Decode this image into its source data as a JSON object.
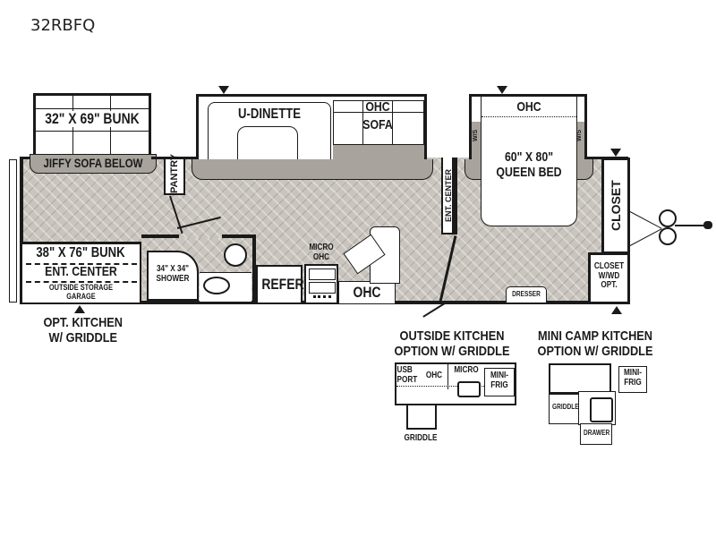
{
  "model": "32RBFQ",
  "rooms": {
    "bunk_top": "32\" X 69\" BUNK",
    "jiffy_sofa": "JIFFY SOFA BELOW",
    "pantry": "PANTRY",
    "bunk_bottom": "38\" X 76\" BUNK",
    "ent_center_left": "ENT. CENTER",
    "outside_storage": "OUTSIDE STORAGE",
    "garage": "GARAGE",
    "shower": "34\" X 34\"",
    "shower_label": "SHOWER",
    "refer": "REFER",
    "micro": "MICRO",
    "micro_ohc": "OHC",
    "kitchen_ohc": "OHC",
    "u_dinette": "U-DINETTE",
    "sofa_ohc": "OHC",
    "sofa": "SOFA",
    "ent_center_mid": "ENT. CENTER",
    "bedroom_ohc": "OHC",
    "ws_left": "W/S",
    "ws_right": "W/S",
    "bed_size": "60\" X 80\"",
    "bed_label": "QUEEN BED",
    "closet": "CLOSET",
    "closet_wd": "CLOSET",
    "closet_wd2": "W/WD",
    "closet_wd3": "OPT.",
    "dresser": "DRESSER"
  },
  "callouts": {
    "opt_kitchen_1": "OPT. KITCHEN",
    "opt_kitchen_2": "W/ GRIDDLE",
    "outside_kitchen_1": "OUTSIDE KITCHEN",
    "outside_kitchen_2": "OPTION W/ GRIDDLE",
    "mini_camp_1": "MINI CAMP KITCHEN",
    "mini_camp_2": "OPTION W/ GRIDDLE"
  },
  "outside_kitchen": {
    "usb": "USB",
    "port": "PORT",
    "ohc": "OHC",
    "micro": "MICRO",
    "mini": "MINI-",
    "frig": "FRIG",
    "griddle": "GRIDDLE"
  },
  "mini_camp_kitchen": {
    "mini": "MINI-",
    "frig": "FRIG",
    "griddle": "GRIDDLE",
    "drawer": "DRAWER"
  },
  "colors": {
    "wall": "#1a1a1a",
    "floor": "#c9c4bd",
    "slide_floor": "#a8a39d"
  }
}
